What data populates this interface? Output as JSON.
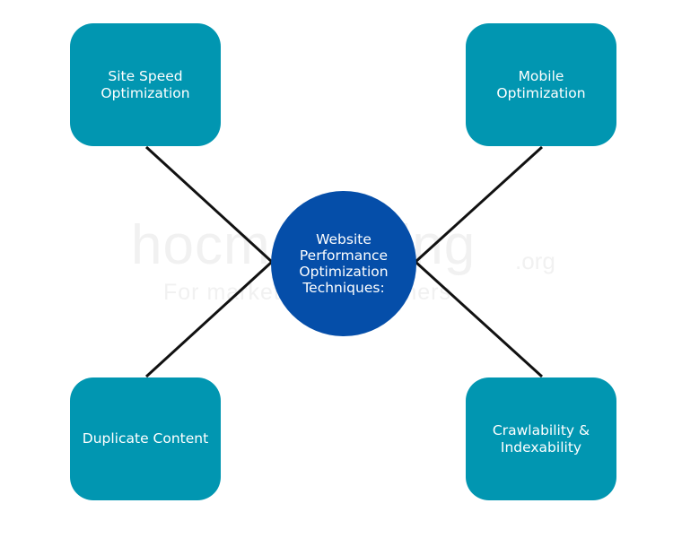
{
  "diagram": {
    "center": {
      "label": "Website\nPerformance\nOptimization\nTechniques:"
    },
    "nodes": [
      {
        "label": "Site Speed\nOptimization"
      },
      {
        "label": "Mobile\nOptimization"
      },
      {
        "label": "Duplicate Content"
      },
      {
        "label": "Crawlability &\nIndexability"
      }
    ]
  },
  "watermark": {
    "brand": "hocmarketing",
    "tld": ".org",
    "tagline": "For marketers & beginners"
  },
  "colors": {
    "node_fill": "#0196b1",
    "center_fill": "#054ea9",
    "connector": "#111111",
    "watermark": "#f1f1f1"
  }
}
